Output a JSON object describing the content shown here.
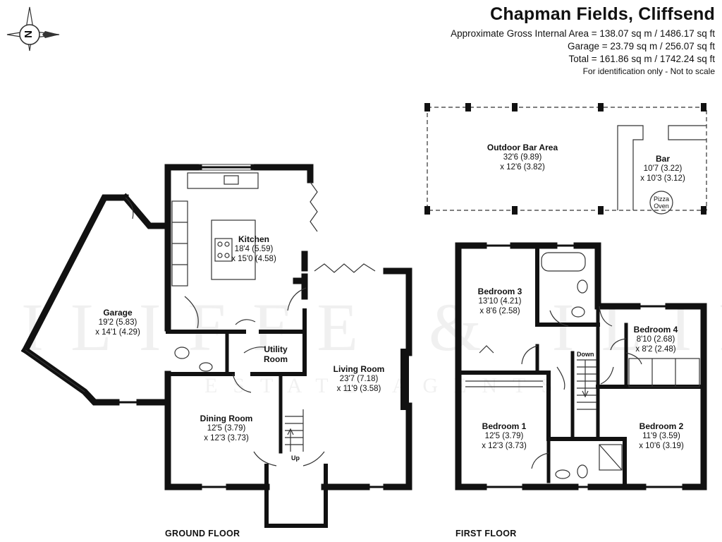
{
  "header": {
    "title": "Chapman Fields, Cliffsend",
    "area_line1": "Approximate Gross Internal Area = 138.07 sq m / 1486.17 sq ft",
    "area_line2": "Garage = 23.79 sq m / 256.07 sq ft",
    "area_line3": "Total = 161.86 sq m / 1742.24 sq ft",
    "note": "For identification only - Not to scale"
  },
  "compass": {
    "letter": "N"
  },
  "floors": {
    "ground": "GROUND FLOOR",
    "first": "FIRST FLOOR"
  },
  "rooms": {
    "kitchen": {
      "name": "Kitchen",
      "dim1": "18'4 (5.59)",
      "dim2": "x 15'0 (4.58)"
    },
    "garage": {
      "name": "Garage",
      "dim1": "19'2 (5.83)",
      "dim2": "x 14'1 (4.29)"
    },
    "utility": {
      "name": "Utility",
      "name2": "Room"
    },
    "living": {
      "name": "Living Room",
      "dim1": "23'7 (7.18)",
      "dim2": "x 11'9 (3.58)"
    },
    "dining": {
      "name": "Dining Room",
      "dim1": "12'5 (3.79)",
      "dim2": "x 12'3 (3.73)"
    },
    "outdoor": {
      "name": "Outdoor Bar Area",
      "dim1": "32'6 (9.89)",
      "dim2": "x 12'6 (3.82)"
    },
    "bar": {
      "name": "Bar",
      "dim1": "10'7 (3.22)",
      "dim2": "x 10'3 (3.12)"
    },
    "bedroom3": {
      "name": "Bedroom 3",
      "dim1": "13'10 (4.21)",
      "dim2": "x 8'6 (2.58)"
    },
    "bedroom4": {
      "name": "Bedroom 4",
      "dim1": "8'10 (2.68)",
      "dim2": "x 8'2 (2.48)"
    },
    "bedroom1": {
      "name": "Bedroom 1",
      "dim1": "12'5 (3.79)",
      "dim2": "x 12'3 (3.73)"
    },
    "bedroom2": {
      "name": "Bedroom 2",
      "dim1": "11'9 (3.59)",
      "dim2": "x 10'6 (3.19)"
    }
  },
  "labels": {
    "up": "Up",
    "down": "Down",
    "pizza_oven_1": "Pizza",
    "pizza_oven_2": "Oven"
  },
  "watermark": {
    "brand": "ILIFFE & ILIFFE",
    "sub": "ESTATE AGENTS"
  },
  "colors": {
    "wall": "#111111",
    "line": "#222222",
    "watermark": "#e6e6e6"
  }
}
